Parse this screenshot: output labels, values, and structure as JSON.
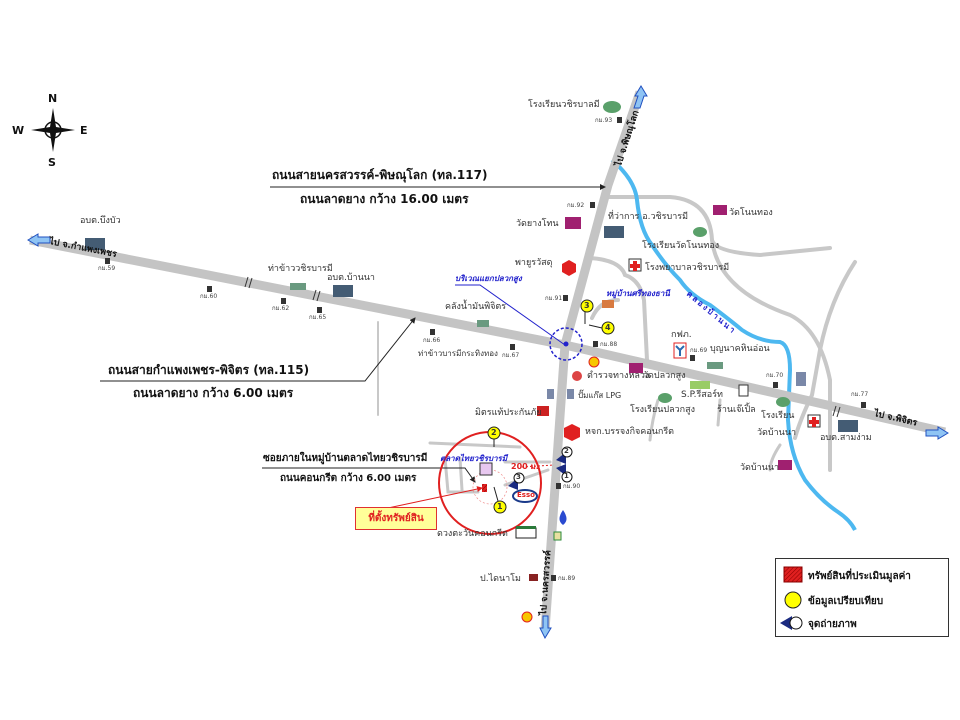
{
  "compass": {
    "n": "N",
    "s": "S",
    "e": "E",
    "w": "W"
  },
  "roads": {
    "r117_title": "ถนนสายนครสวรรค์-พิษณุโลก (ทล.117)",
    "r117_sub": "ถนนลาดยาง กว้าง 16.00 เมตร",
    "r115_title": "ถนนสายกำแพงเพชร-พิจิตร (ทล.115)",
    "r115_sub": "ถนนลาดยาง กว้าง 6.00 เมตร",
    "soi_title": "ซอยภายในหมู่บ้านตลาดไทยวชิรบารมี",
    "soi_sub": "ถนนคอนกรีต กว้าง 6.00 เมตร"
  },
  "directions": {
    "west": "ไป จ.กำแพงเพชร",
    "north": "ไป จ.พิษณุโลก",
    "east": "ไป จ.พิจิตร",
    "south": "ไป จ.นครสวรรค์"
  },
  "km": [
    "กม.59",
    "กม.60",
    "กม.62",
    "กม.65",
    "กม.66",
    "กม.67",
    "กม.88",
    "กม.69",
    "กม.70",
    "กม.77",
    "กม.91",
    "กม.92",
    "กม.93",
    "กม.90",
    "กม.89"
  ],
  "places": [
    "อบต.บึงบัว",
    "ท่าข้าววชิรบารมี",
    "อบต.บ้านนา",
    "คลังน้ำมันพิจิตร",
    "ท่าข้าวบารมีกระทิงทอง",
    "โรงเรียนวชิรบาลมี",
    "วัดยางโทน",
    "ที่ว่าการ อ.วชิรบารมี",
    "วัดโนนทอง",
    "โรงเรียนวัดโนนทอง",
    "โรงพยาบาลวชิรบารมี",
    "พายูรวัสดุ",
    "ตำรวจทางหลวง",
    "วัดปลวกสูง",
    "กฟภ.",
    "บุญนาคหินอ่อน",
    "ปั๊มแก๊ส LPG",
    "โรงเรียนปลวกสูง",
    "S.P.รีสอร์ท",
    "ร้านเจ๊เปิ้ล",
    "โรงเรียน",
    "วัดบ้านนา",
    "อบต.สามง่าม",
    "วัดบ้านนา",
    "มิตรแท้ประกันภัย",
    "หจก.บรรจงกิจคอนกรีต",
    "ดวงตะวันคอนกรีต",
    "ป.ไดนาโม"
  ],
  "highlights": {
    "junction": "บริเวณแยกปลวกสูง",
    "village": "หมู่บ้านศรีทองธานี",
    "market": "ตลาดไทยวชิรบารมี",
    "canal": "คลองบ้านนา",
    "distance": "200 ม.",
    "property": "ที่ตั้งทรัพย์สิน",
    "esso": "Esso"
  },
  "markers": {
    "comparables": [
      "1",
      "2",
      "3",
      "4"
    ],
    "photos": [
      "1",
      "2",
      "3"
    ]
  },
  "legend": [
    "ทรัพย์สินที่ประเมินมูลค่า",
    "ข้อมูลเปรียบเทียบ",
    "จุดถ่ายภาพ"
  ],
  "colors": {
    "road": "#c4c4c4",
    "river": "#4db8f0",
    "property": "#e02020",
    "marker": "#ffff00",
    "photo": "#1a2a80",
    "label_blue": "#2222cc"
  }
}
